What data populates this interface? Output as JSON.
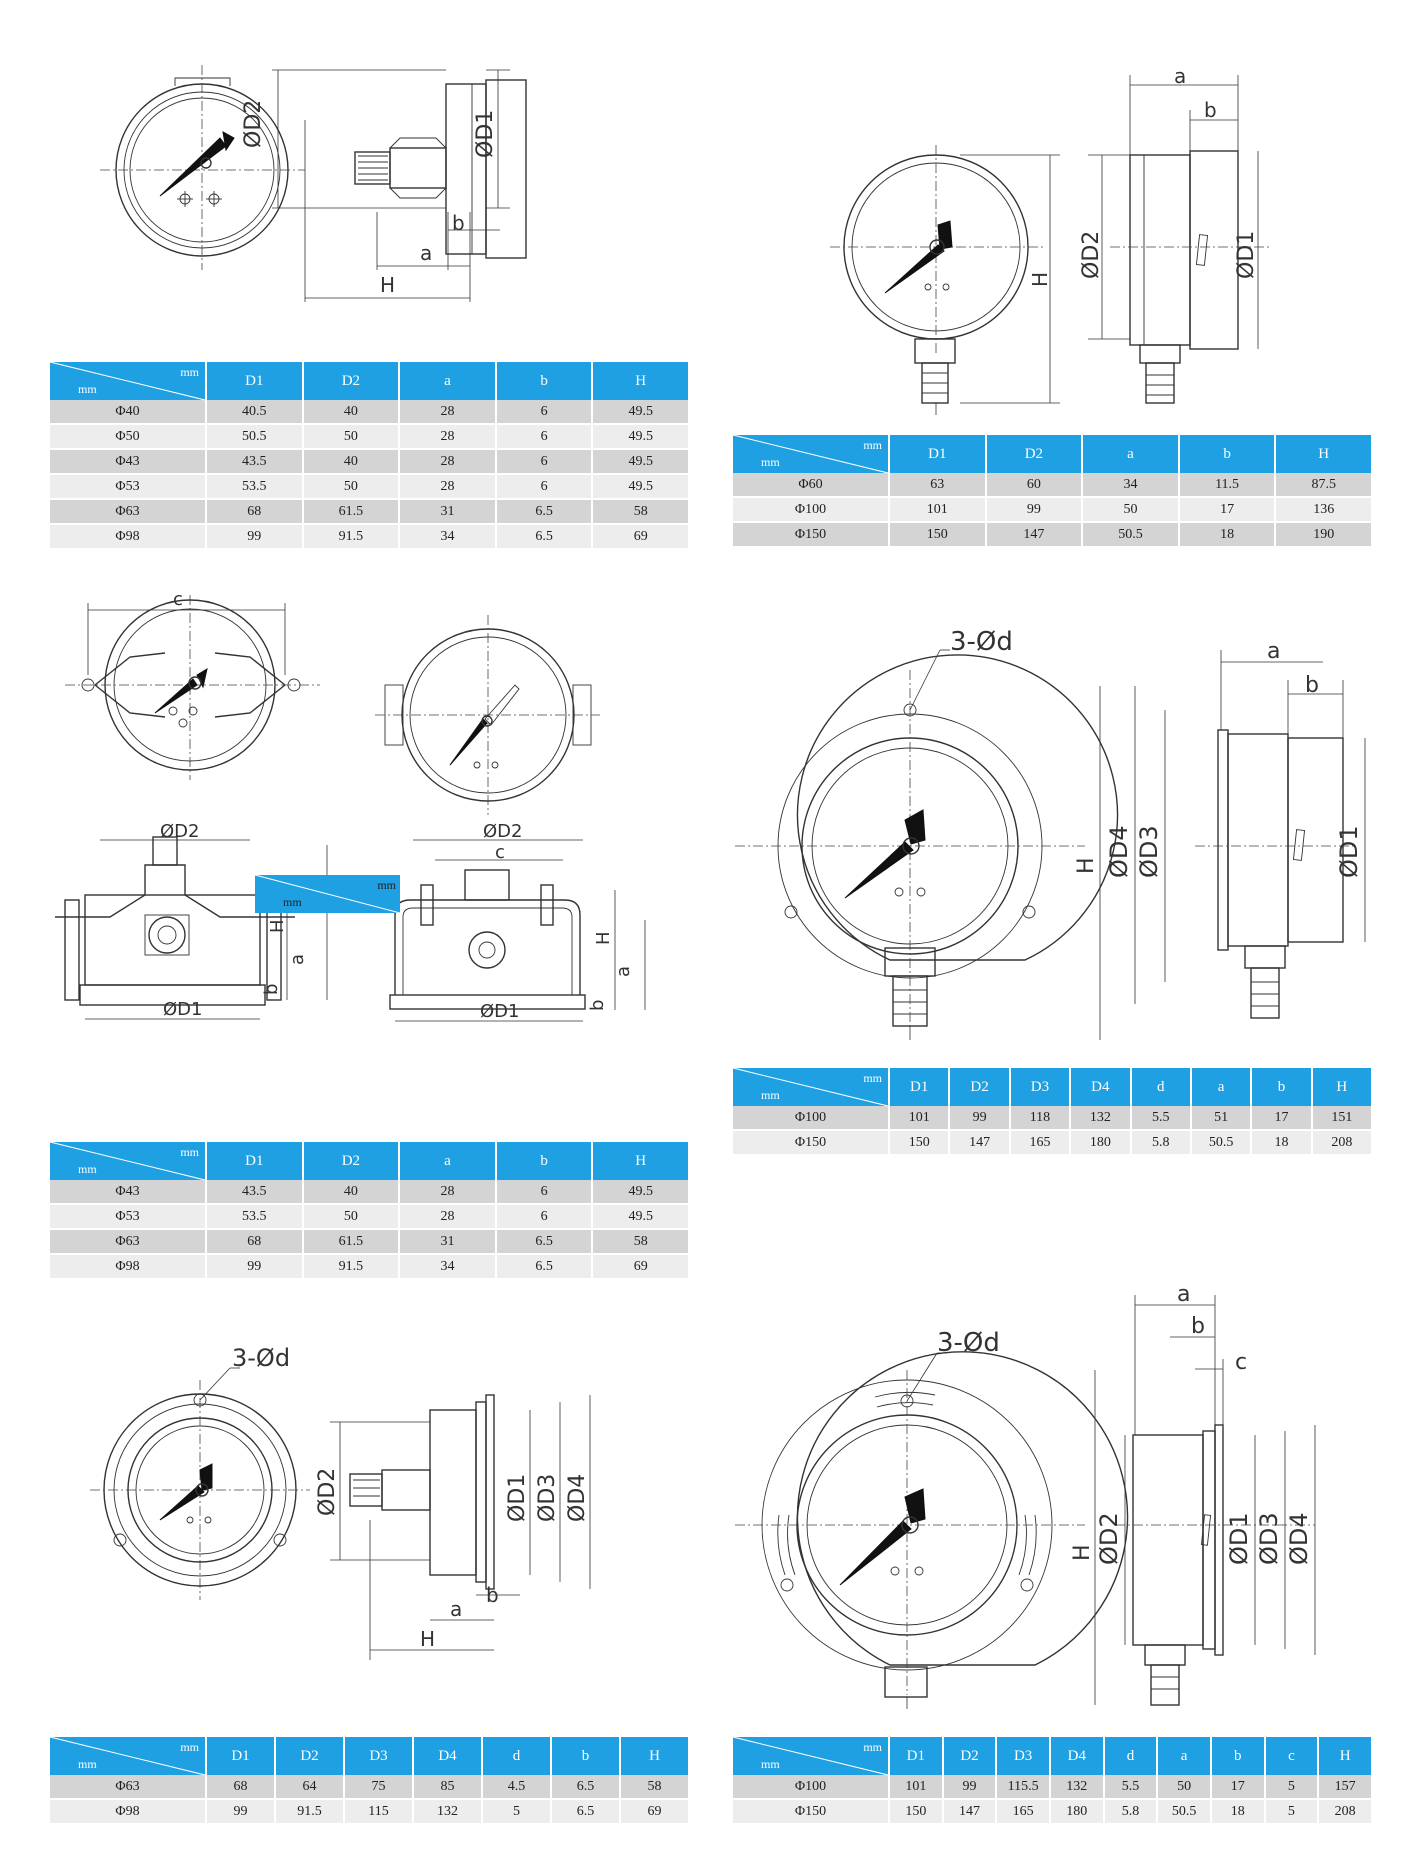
{
  "tables": [
    {
      "unit_top": "mm",
      "unit_bottom": "mm",
      "columns": [
        "D1",
        "D2",
        "a",
        "b",
        "H"
      ],
      "rows": [
        {
          "label": "Φ40",
          "cells": [
            "40.5",
            "40",
            "28",
            "6",
            "49.5"
          ]
        },
        {
          "label": "Φ50",
          "cells": [
            "50.5",
            "50",
            "28",
            "6",
            "49.5"
          ]
        },
        {
          "label": "Φ43",
          "cells": [
            "43.5",
            "40",
            "28",
            "6",
            "49.5"
          ]
        },
        {
          "label": "Φ53",
          "cells": [
            "53.5",
            "50",
            "28",
            "6",
            "49.5"
          ]
        },
        {
          "label": "Φ63",
          "cells": [
            "68",
            "61.5",
            "31",
            "6.5",
            "58"
          ]
        },
        {
          "label": "Φ98",
          "cells": [
            "99",
            "91.5",
            "34",
            "6.5",
            "69"
          ]
        }
      ]
    },
    {
      "unit_top": "mm",
      "unit_bottom": "mm",
      "columns": [
        "D1",
        "D2",
        "a",
        "b",
        "H"
      ],
      "rows": [
        {
          "label": "Φ60",
          "cells": [
            "63",
            "60",
            "34",
            "11.5",
            "87.5"
          ]
        },
        {
          "label": "Φ100",
          "cells": [
            "101",
            "99",
            "50",
            "17",
            "136"
          ]
        },
        {
          "label": "Φ150",
          "cells": [
            "150",
            "147",
            "50.5",
            "18",
            "190"
          ]
        }
      ]
    },
    {
      "unit_top": "mm",
      "unit_bottom": "mm",
      "columns": [
        "D1",
        "D2",
        "a",
        "b",
        "H"
      ],
      "rows": [
        {
          "label": "Φ43",
          "cells": [
            "43.5",
            "40",
            "28",
            "6",
            "49.5"
          ]
        },
        {
          "label": "Φ53",
          "cells": [
            "53.5",
            "50",
            "28",
            "6",
            "49.5"
          ]
        },
        {
          "label": "Φ63",
          "cells": [
            "68",
            "61.5",
            "31",
            "6.5",
            "58"
          ]
        },
        {
          "label": "Φ98",
          "cells": [
            "99",
            "91.5",
            "34",
            "6.5",
            "69"
          ]
        }
      ]
    },
    {
      "unit_top": "mm",
      "unit_bottom": "mm",
      "columns": [
        "D1",
        "D2",
        "D3",
        "D4",
        "d",
        "a",
        "b",
        "H"
      ],
      "rows": [
        {
          "label": "Φ100",
          "cells": [
            "101",
            "99",
            "118",
            "132",
            "5.5",
            "51",
            "17",
            "151"
          ]
        },
        {
          "label": "Φ150",
          "cells": [
            "150",
            "147",
            "165",
            "180",
            "5.8",
            "50.5",
            "18",
            "208"
          ]
        }
      ]
    },
    {
      "unit_top": "mm",
      "unit_bottom": "mm",
      "columns": [
        "D1",
        "D2",
        "D3",
        "D4",
        "d",
        "b",
        "H"
      ],
      "rows": [
        {
          "label": "Φ63",
          "cells": [
            "68",
            "64",
            "75",
            "85",
            "4.5",
            "6.5",
            "58"
          ]
        },
        {
          "label": "Φ98",
          "cells": [
            "99",
            "91.5",
            "115",
            "132",
            "5",
            "6.5",
            "69"
          ]
        }
      ]
    },
    {
      "unit_top": "mm",
      "unit_bottom": "mm",
      "columns": [
        "D1",
        "D2",
        "D3",
        "D4",
        "d",
        "a",
        "b",
        "c",
        "H"
      ],
      "rows": [
        {
          "label": "Φ100",
          "cells": [
            "101",
            "99",
            "115.5",
            "132",
            "5.5",
            "50",
            "17",
            "5",
            "157"
          ]
        },
        {
          "label": "Φ150",
          "cells": [
            "150",
            "147",
            "165",
            "180",
            "5.8",
            "50.5",
            "18",
            "5",
            "208"
          ]
        }
      ]
    }
  ],
  "drawing_labels": {
    "d1": "ØD1",
    "d2": "ØD2",
    "d3": "ØD3",
    "d4": "ØD4",
    "a": "a",
    "b": "b",
    "c": "c",
    "h": "H",
    "holes": "3-Ød",
    "inset_unit": "mm"
  }
}
